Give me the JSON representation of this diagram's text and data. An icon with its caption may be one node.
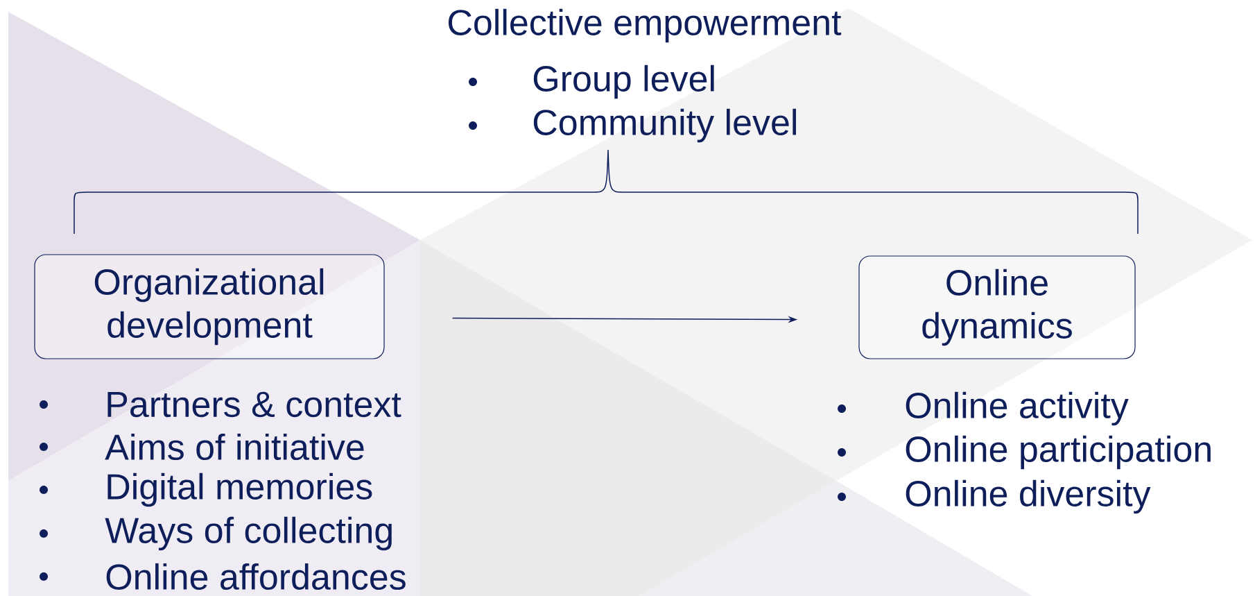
{
  "diagram": {
    "nodes": [
      {
        "text": [
          "Organizational development"
        ],
        "beside": [
          "Partners & context",
          "Aims of initiative",
          "Digital memories",
          "Ways of collecting",
          "Online affordances"
        ]
      },
      {
        "text": [
          "Online dynamics"
        ],
        "beside": [
          "Online activity",
          "Online participation",
          "Online diversity"
        ]
      }
    ],
    "edges": [
      {
        "from": 0,
        "to": 1,
        "arrow": "to"
      }
    ],
    "labels": [
      "Collective empowerment",
      "Group level",
      "Community level"
    ]
  }
}
